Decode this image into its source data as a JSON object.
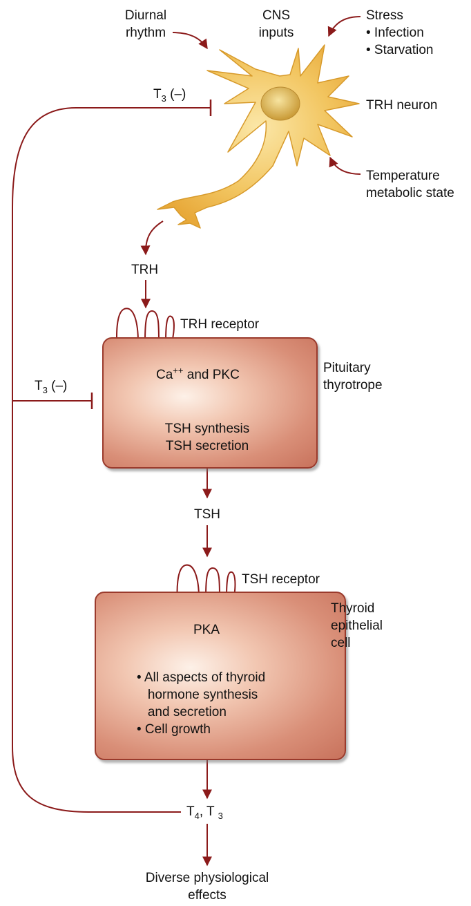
{
  "inputs": {
    "diurnal": "Diurnal\nrhythm",
    "cns": "CNS\ninputs",
    "stress": "Stress",
    "stress_items": [
      "• Infection",
      "• Starvation"
    ],
    "temperature": "Temperature\nmetabolic state"
  },
  "neuron": {
    "label": "TRH neuron"
  },
  "feedback_top": {
    "t": "T",
    "sub": "3",
    "sign": " (–)"
  },
  "feedback_mid": {
    "t": "T",
    "sub": "3",
    "sign": " (–)"
  },
  "trh": {
    "label": "TRH"
  },
  "trh_receptor": {
    "label": "TRH receptor"
  },
  "thyrotrope": {
    "label": "Pituitary\nthyrotrope",
    "ca": "Ca",
    "ca_sup": "++",
    "ca_rest": " and PKC",
    "synthesis": "TSH synthesis",
    "secretion": "TSH secretion"
  },
  "tsh": {
    "label": "TSH"
  },
  "tsh_receptor": {
    "label": "TSH receptor"
  },
  "thyroid": {
    "label": "Thyroid\nepithelial\ncell",
    "pka": "PKA",
    "effect1": "• All aspects of thyroid\n   hormone synthesis\n   and secretion",
    "effect2": "• Cell growth"
  },
  "hormones": {
    "t4": "T",
    "t4_sub": "4",
    "sep": ", T ",
    "t3_sub": "3"
  },
  "output": {
    "label": "Diverse physiological\neffects"
  },
  "colors": {
    "arrow": "#8b1a1a",
    "box_border": "#9a3a2c",
    "neuron": "#f0c560",
    "nucleus": "#d9b04a"
  }
}
